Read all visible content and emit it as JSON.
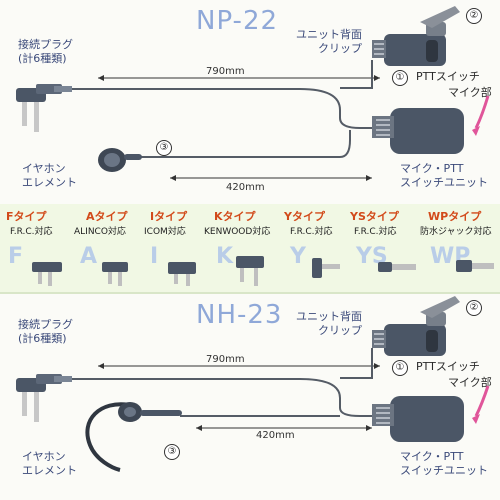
{
  "np22": {
    "model": "NP-22",
    "plug_label": "接続プラグ\n(計6種類)",
    "clip_label": "ユニット背面\nクリップ",
    "ptt_switch": "PTTスイッチ",
    "mic_part": "マイク部",
    "earphone_label": "イヤホン\nエレメント",
    "unit_label": "マイク・PTT\nスイッチユニット",
    "len_top": "790mm",
    "len_bottom": "420mm",
    "num1": "①",
    "num2": "②",
    "num3": "③"
  },
  "types": [
    {
      "name": "Fタイプ",
      "desc": "F.R.C.対応",
      "letter": "F"
    },
    {
      "name": "Aタイプ",
      "desc": "ALINCO対応",
      "letter": "A"
    },
    {
      "name": "Iタイプ",
      "desc": "ICOM対応",
      "letter": "I"
    },
    {
      "name": "Kタイプ",
      "desc": "KENWOOD対応",
      "letter": "K"
    },
    {
      "name": "Yタイプ",
      "desc": "F.R.C.対応",
      "letter": "Y"
    },
    {
      "name": "YSタイプ",
      "desc": "F.R.C.対応",
      "letter": "YS"
    },
    {
      "name": "WPタイプ",
      "desc": "防水ジャック対応",
      "letter": "WP"
    }
  ],
  "nh23": {
    "model": "NH-23",
    "plug_label": "接続プラグ\n(計6種類)",
    "clip_label": "ユニット背面\nクリップ",
    "ptt_switch": "PTTスイッチ",
    "mic_part": "マイク部",
    "earphone_label": "イヤホン\nエレメント",
    "unit_label": "マイク・PTT\nスイッチユニット",
    "len_top": "790mm",
    "len_bottom": "420mm",
    "num1": "①",
    "num2": "②",
    "num3": "③"
  },
  "colors": {
    "model_text": "#8fa8d8",
    "type_name": "#d24a1a",
    "band_bg": "#f1f8e4",
    "device": "#4b5666",
    "arrow": "#e0559a"
  }
}
